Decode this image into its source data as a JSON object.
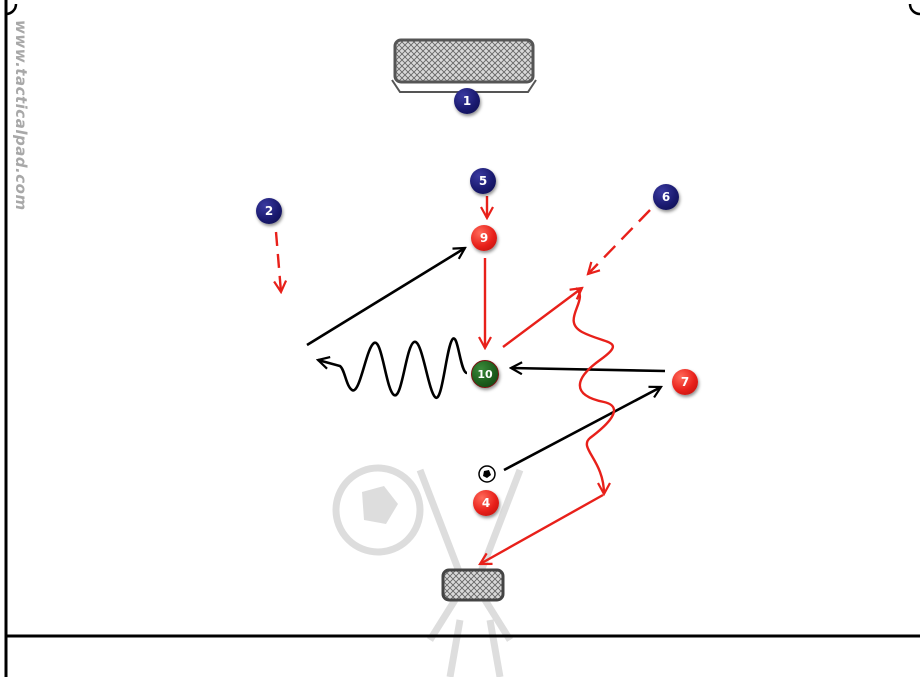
{
  "watermark": "www.tacticalpad.com",
  "players": [
    {
      "id": "p1",
      "label": "1",
      "team": "blue"
    },
    {
      "id": "p2",
      "label": "2",
      "team": "blue"
    },
    {
      "id": "p5",
      "label": "5",
      "team": "blue"
    },
    {
      "id": "p6",
      "label": "6",
      "team": "blue"
    },
    {
      "id": "p9",
      "label": "9",
      "team": "red"
    },
    {
      "id": "p10",
      "label": "10",
      "team": "green"
    },
    {
      "id": "p7",
      "label": "7",
      "team": "red"
    },
    {
      "id": "p4",
      "label": "4",
      "team": "red"
    }
  ],
  "colors": {
    "pass": "#000000",
    "run": "#e8201a",
    "blue_team": "#1a1a70",
    "red_team": "#e8201a",
    "green_player": "#1d5e1d",
    "field_lines": "#000000"
  },
  "icons": [
    "goal-net-icon",
    "mini-goal-icon",
    "soccer-ball-icon",
    "watermark-logo-icon"
  ]
}
